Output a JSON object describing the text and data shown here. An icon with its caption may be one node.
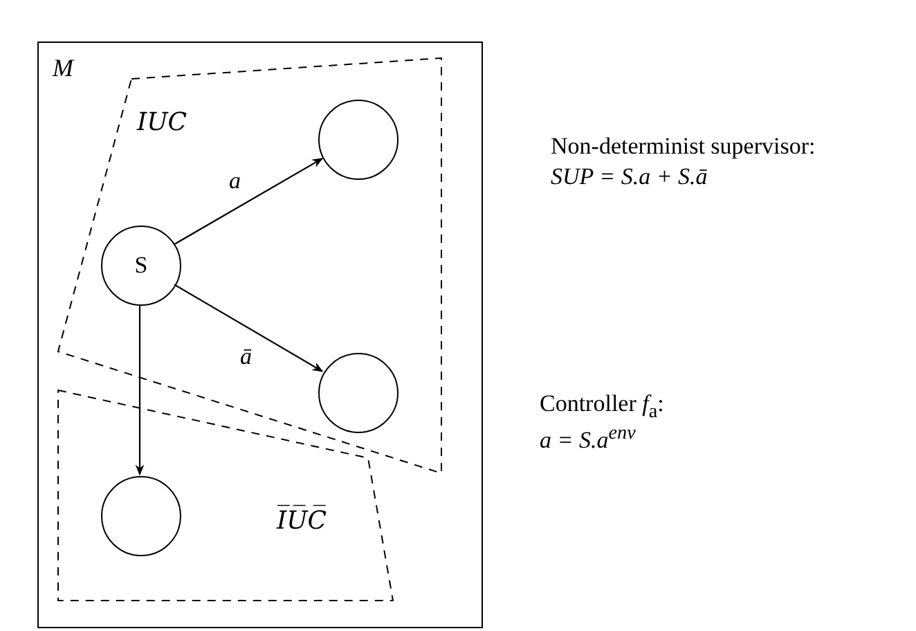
{
  "diagram": {
    "nodes": [
      {
        "text": [
          "M"
        ]
      },
      {
        "text": [
          "IUC"
        ],
        "in": 0
      },
      {
        "text": [
          "S"
        ],
        "in": 1
      },
      {
        "text": [],
        "shape": "circle",
        "in": 1
      },
      {
        "text": [],
        "shape": "circle",
        "in": 1
      },
      {
        "text": [
          "I̅U̅C̅"
        ],
        "in": 0
      },
      {
        "text": [],
        "shape": "circle",
        "in": 5
      }
    ],
    "edges": [
      {
        "from": 2,
        "to": 3,
        "arrow": "to",
        "label": "a"
      },
      {
        "from": 2,
        "to": 4,
        "arrow": "to",
        "label": "ā"
      },
      {
        "from": 2,
        "to": 6,
        "arrow": "to"
      }
    ],
    "labels": [
      "Non-determinist supervisor:",
      "SUP = S.a + S.ā",
      "Controller *f*$_{a}$:",
      "*a* = *S*.*a*$^{env}$"
    ]
  }
}
